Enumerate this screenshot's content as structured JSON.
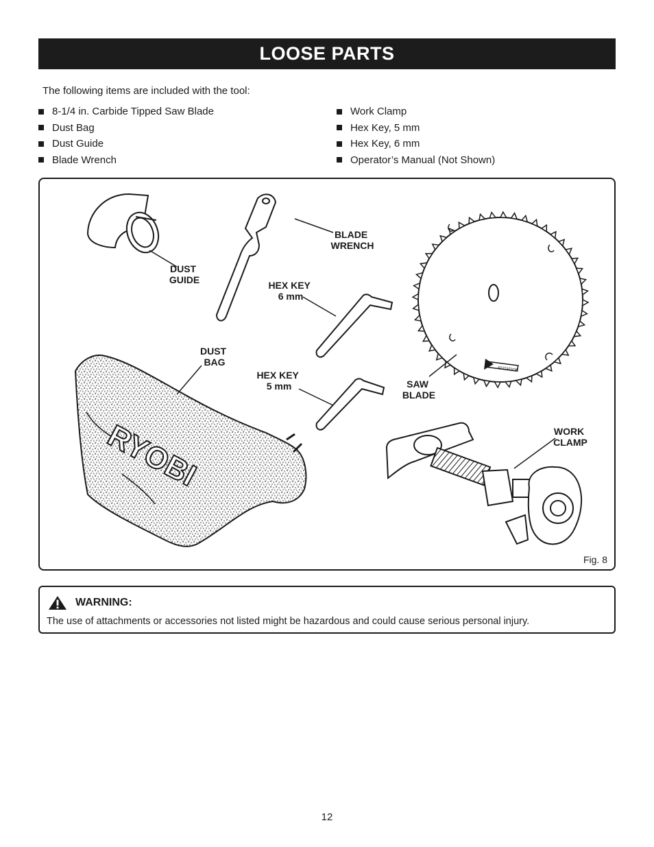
{
  "page": {
    "title": "LOOSE PARTS",
    "intro": "The following items are included with the tool:",
    "items_left": [
      "8-1/4 in. Carbide Tipped Saw Blade",
      "Dust Bag",
      "Dust Guide",
      "Blade Wrench"
    ],
    "items_right": [
      "Work Clamp",
      "Hex Key, 5 mm",
      "Hex Key, 6 mm",
      "Operator’s Manual (Not Shown)"
    ],
    "page_number": "12"
  },
  "figure": {
    "caption": "Fig. 8",
    "labels": {
      "dust_guide": [
        "DUST",
        "GUIDE"
      ],
      "blade_wrench": [
        "BLADE",
        "WRENCH"
      ],
      "hex_key_6": [
        "HEX KEY",
        "6 mm"
      ],
      "dust_bag": [
        "DUST",
        "BAG"
      ],
      "hex_key_5": [
        "HEX KEY",
        "5 mm"
      ],
      "saw_blade": [
        "SAW",
        "BLADE"
      ],
      "work_clamp": [
        "WORK",
        "CLAMP"
      ]
    },
    "bag_logo": "RYOBI",
    "blade_arrow": "ROTATION"
  },
  "warning": {
    "title": "WARNING:",
    "text": "The use of attachments or accessories not listed might be hazardous and could cause serious personal injury.",
    "icon": "warning-triangle-icon"
  }
}
